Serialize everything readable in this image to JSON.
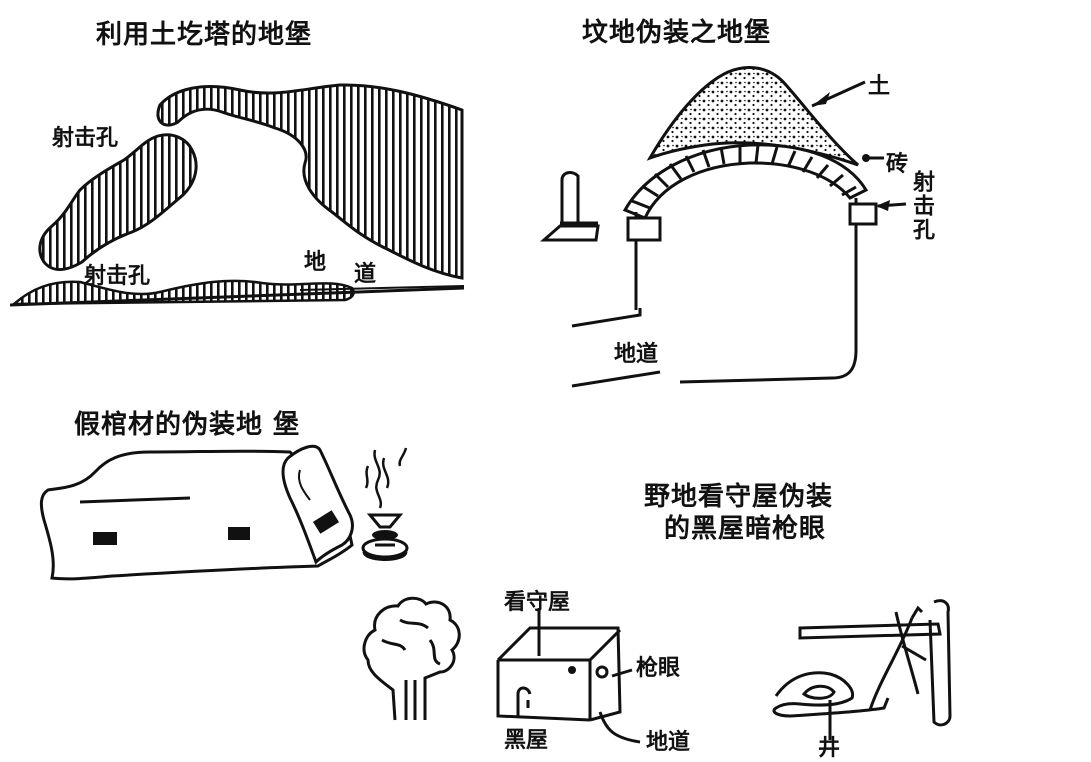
{
  "panels": {
    "earth_mound": {
      "title": "利用土圪塔的地堡",
      "labels": {
        "firing_port_top": "射击孔",
        "firing_port_bottom": "射击孔",
        "tunnel_a": "地",
        "tunnel_b": "道"
      }
    },
    "grave": {
      "title": "坟地伪装之地堡",
      "labels": {
        "soil": "土",
        "brick": "砖",
        "firing_port": "射击孔",
        "tunnel": "地道"
      }
    },
    "coffin": {
      "title": "假棺材的伪装地 堡"
    },
    "hut": {
      "title_line1": "野地看守屋伪装",
      "title_line2": "的黑屋暗枪眼",
      "labels": {
        "watch_hut": "看守屋",
        "gun_port": "枪眼",
        "dark_room": "黑屋",
        "tunnel": "地道",
        "well": "井"
      }
    }
  }
}
